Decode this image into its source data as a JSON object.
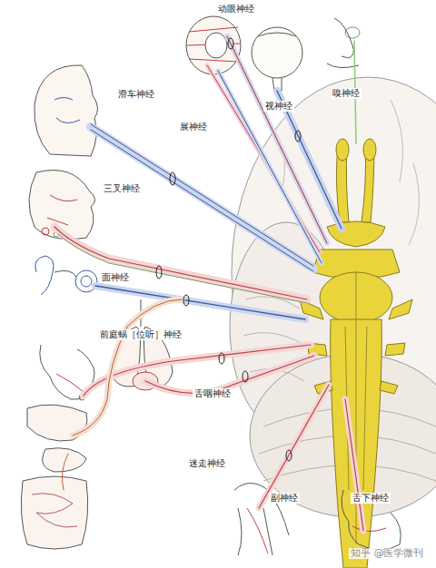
{
  "diagram": {
    "labels": [
      "动眼神经",
      "滑车神经",
      "嗅神经",
      "视神经",
      "展神经",
      "三叉神经",
      "面神经",
      "前庭蜗［位听］神经",
      "舌咽神经",
      "迷走神经",
      "副神经",
      "舌下神经",
      "知乎 @医学微刊"
    ]
  }
}
